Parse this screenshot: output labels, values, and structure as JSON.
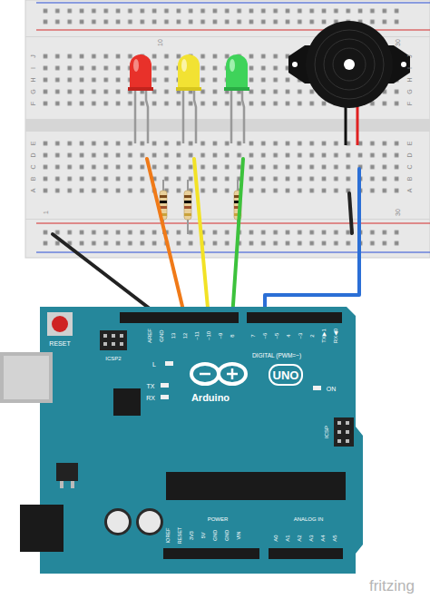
{
  "diagram": {
    "labels": [
      "10",
      "30",
      "1",
      "30",
      "J",
      "I",
      "H",
      "G",
      "F",
      "E",
      "D",
      "C",
      "B",
      "A",
      "J",
      "I",
      "H",
      "G",
      "F",
      "E",
      "D",
      "C",
      "B",
      "A",
      "RESET",
      "ICSP2",
      "AREF",
      "GND",
      "13",
      "12",
      "~11",
      "~10",
      "~9",
      "8",
      "7",
      "~6",
      "~5",
      "4",
      "~3",
      "2",
      "TX▶1",
      "RX◀0",
      "DIGITAL (PWM=~)",
      "L",
      "TX",
      "RX",
      "UNO",
      "Arduino",
      "ON",
      "ICSP",
      "IOREF",
      "RESET",
      "3V3",
      "5V",
      "GND",
      "GND",
      "VIN",
      "POWER",
      "ANALOG IN",
      "A0",
      "A1",
      "A2",
      "A3",
      "A4",
      "A5",
      "fritzing"
    ]
  }
}
